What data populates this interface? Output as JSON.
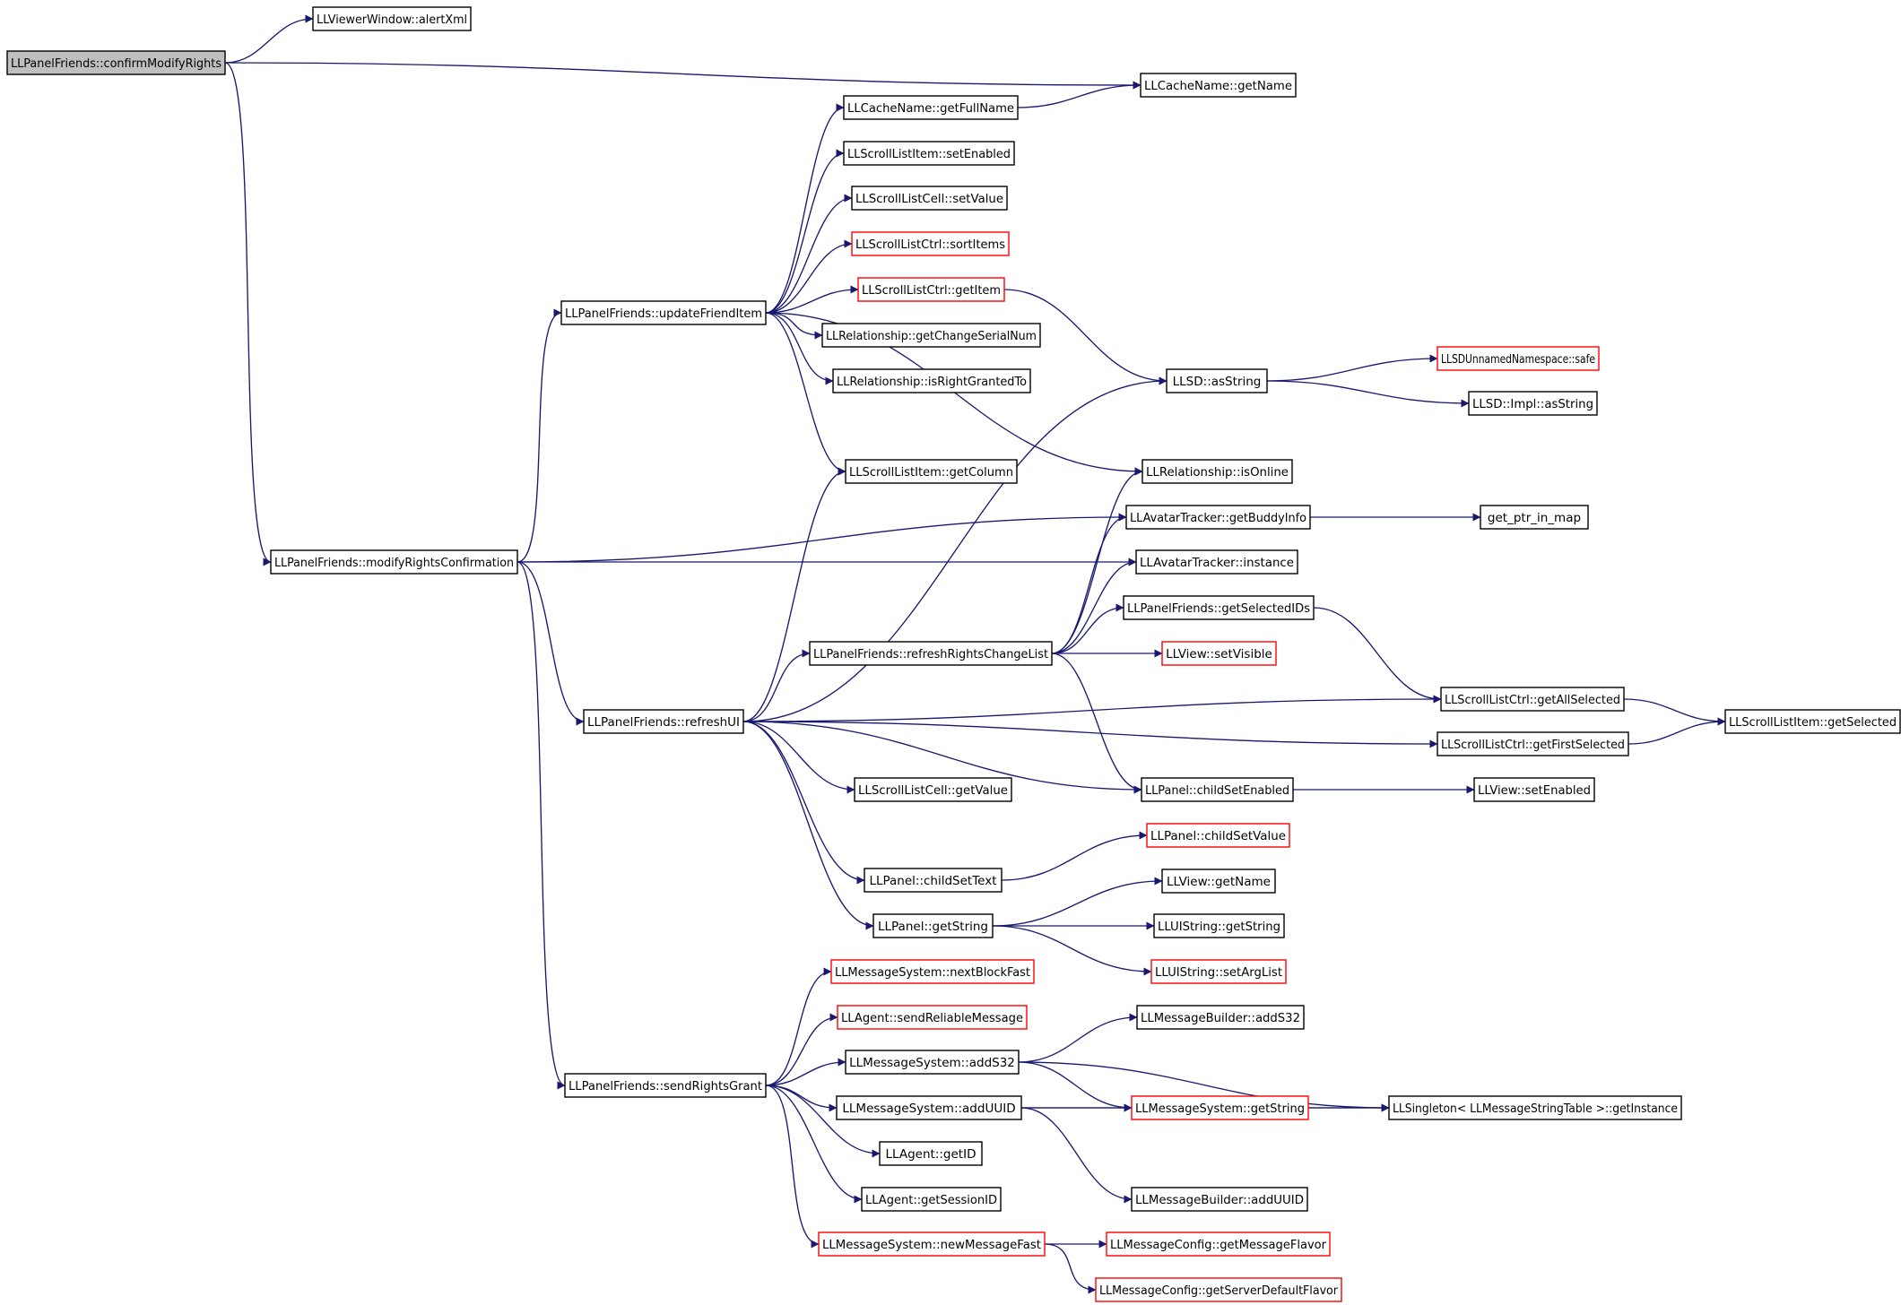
{
  "colors": {
    "edge": "#191970",
    "node_border": "#000000",
    "node_border_truncated": "#ff0000",
    "root_fill": "#bfbfbf",
    "node_fill": "#ffffff"
  },
  "nodes": [
    {
      "id": "confirmModifyRights",
      "label": "LLPanelFriends::confirmModifyRights",
      "style": "root"
    },
    {
      "id": "alertXml",
      "label": "LLViewerWindow::alertXml",
      "style": "normal"
    },
    {
      "id": "cacheGetName",
      "label": "LLCacheName::getName",
      "style": "normal"
    },
    {
      "id": "getFullName",
      "label": "LLCacheName::getFullName",
      "style": "normal"
    },
    {
      "id": "itemSetEnabled",
      "label": "LLScrollListItem::setEnabled",
      "style": "normal"
    },
    {
      "id": "cellSetValue",
      "label": "LLScrollListCell::setValue",
      "style": "normal"
    },
    {
      "id": "sortItems",
      "label": "LLScrollListCtrl::sortItems",
      "style": "truncated"
    },
    {
      "id": "ctrlGetItem",
      "label": "LLScrollListCtrl::getItem",
      "style": "truncated"
    },
    {
      "id": "updateFriendItem",
      "label": "LLPanelFriends::updateFriendItem",
      "style": "normal"
    },
    {
      "id": "getChangeSerialNum",
      "label": "LLRelationship::getChangeSerialNum",
      "style": "normal"
    },
    {
      "id": "isRightGrantedTo",
      "label": "LLRelationship::isRightGrantedTo",
      "style": "normal"
    },
    {
      "id": "sdAsString",
      "label": "LLSD::asString",
      "style": "normal"
    },
    {
      "id": "safe",
      "label": "LLSDUnnamedNamespace::safe",
      "style": "truncated"
    },
    {
      "id": "implAsString",
      "label": "LLSD::Impl::asString",
      "style": "normal"
    },
    {
      "id": "getColumn",
      "label": "LLScrollListItem::getColumn",
      "style": "normal"
    },
    {
      "id": "isOnline",
      "label": "LLRelationship::isOnline",
      "style": "normal"
    },
    {
      "id": "getBuddyInfo",
      "label": "LLAvatarTracker::getBuddyInfo",
      "style": "normal"
    },
    {
      "id": "getPtrInMap",
      "label": "get_ptr_in_map",
      "style": "normal"
    },
    {
      "id": "modifyRightsConfirmation",
      "label": "LLPanelFriends::modifyRightsConfirmation",
      "style": "normal"
    },
    {
      "id": "trackerInstance",
      "label": "LLAvatarTracker::instance",
      "style": "normal"
    },
    {
      "id": "getSelectedIDs",
      "label": "LLPanelFriends::getSelectedIDs",
      "style": "normal"
    },
    {
      "id": "refreshRightsChangeList",
      "label": "LLPanelFriends::refreshRightsChangeList",
      "style": "normal"
    },
    {
      "id": "viewSetVisible",
      "label": "LLView::setVisible",
      "style": "truncated"
    },
    {
      "id": "getAllSelected",
      "label": "LLScrollListCtrl::getAllSelected",
      "style": "normal"
    },
    {
      "id": "refreshUI",
      "label": "LLPanelFriends::refreshUI",
      "style": "normal"
    },
    {
      "id": "itemGetSelected",
      "label": "LLScrollListItem::getSelected",
      "style": "normal"
    },
    {
      "id": "getFirstSelected",
      "label": "LLScrollListCtrl::getFirstSelected",
      "style": "normal"
    },
    {
      "id": "cellGetValue",
      "label": "LLScrollListCell::getValue",
      "style": "normal"
    },
    {
      "id": "childSetEnabled",
      "label": "LLPanel::childSetEnabled",
      "style": "normal"
    },
    {
      "id": "viewSetEnabled",
      "label": "LLView::setEnabled",
      "style": "normal"
    },
    {
      "id": "childSetValue",
      "label": "LLPanel::childSetValue",
      "style": "truncated"
    },
    {
      "id": "childSetText",
      "label": "LLPanel::childSetText",
      "style": "normal"
    },
    {
      "id": "viewGetName",
      "label": "LLView::getName",
      "style": "normal"
    },
    {
      "id": "panelGetString",
      "label": "LLPanel::getString",
      "style": "normal"
    },
    {
      "id": "uiGetString",
      "label": "LLUIString::getString",
      "style": "normal"
    },
    {
      "id": "setArgList",
      "label": "LLUIString::setArgList",
      "style": "truncated"
    },
    {
      "id": "nextBlockFast",
      "label": "LLMessageSystem::nextBlockFast",
      "style": "truncated"
    },
    {
      "id": "sendReliableMessage",
      "label": "LLAgent::sendReliableMessage",
      "style": "truncated"
    },
    {
      "id": "builderAddS32",
      "label": "LLMessageBuilder::addS32",
      "style": "normal"
    },
    {
      "id": "msgAddS32",
      "label": "LLMessageSystem::addS32",
      "style": "normal"
    },
    {
      "id": "sendRightsGrant",
      "label": "LLPanelFriends::sendRightsGrant",
      "style": "normal"
    },
    {
      "id": "msgAddUUID",
      "label": "LLMessageSystem::addUUID",
      "style": "normal"
    },
    {
      "id": "msgGetString",
      "label": "LLMessageSystem::getString",
      "style": "truncated"
    },
    {
      "id": "singletonGetInstance",
      "label": "LLSingleton< LLMessageStringTable >::getInstance",
      "style": "normal"
    },
    {
      "id": "agentGetID",
      "label": "LLAgent::getID",
      "style": "normal"
    },
    {
      "id": "getSessionID",
      "label": "LLAgent::getSessionID",
      "style": "normal"
    },
    {
      "id": "builderAddUUID",
      "label": "LLMessageBuilder::addUUID",
      "style": "normal"
    },
    {
      "id": "newMessageFast",
      "label": "LLMessageSystem::newMessageFast",
      "style": "truncated"
    },
    {
      "id": "getMessageFlavor",
      "label": "LLMessageConfig::getMessageFlavor",
      "style": "truncated"
    },
    {
      "id": "getServerDefaultFlavor",
      "label": "LLMessageConfig::getServerDefaultFlavor",
      "style": "truncated"
    }
  ],
  "edges": [
    [
      "confirmModifyRights",
      "alertXml"
    ],
    [
      "confirmModifyRights",
      "cacheGetName"
    ],
    [
      "confirmModifyRights",
      "modifyRightsConfirmation"
    ],
    [
      "getFullName",
      "cacheGetName"
    ],
    [
      "updateFriendItem",
      "getFullName"
    ],
    [
      "updateFriendItem",
      "itemSetEnabled"
    ],
    [
      "updateFriendItem",
      "cellSetValue"
    ],
    [
      "updateFriendItem",
      "sortItems"
    ],
    [
      "updateFriendItem",
      "ctrlGetItem"
    ],
    [
      "updateFriendItem",
      "getChangeSerialNum"
    ],
    [
      "updateFriendItem",
      "isRightGrantedTo"
    ],
    [
      "updateFriendItem",
      "getColumn"
    ],
    [
      "updateFriendItem",
      "isOnline"
    ],
    [
      "ctrlGetItem",
      "sdAsString"
    ],
    [
      "sdAsString",
      "safe"
    ],
    [
      "sdAsString",
      "implAsString"
    ],
    [
      "getBuddyInfo",
      "getPtrInMap"
    ],
    [
      "modifyRightsConfirmation",
      "updateFriendItem"
    ],
    [
      "modifyRightsConfirmation",
      "getBuddyInfo"
    ],
    [
      "modifyRightsConfirmation",
      "trackerInstance"
    ],
    [
      "modifyRightsConfirmation",
      "refreshUI"
    ],
    [
      "modifyRightsConfirmation",
      "sendRightsGrant"
    ],
    [
      "refreshRightsChangeList",
      "isOnline"
    ],
    [
      "refreshRightsChangeList",
      "getBuddyInfo"
    ],
    [
      "refreshRightsChangeList",
      "trackerInstance"
    ],
    [
      "refreshRightsChangeList",
      "getSelectedIDs"
    ],
    [
      "refreshRightsChangeList",
      "viewSetVisible"
    ],
    [
      "refreshRightsChangeList",
      "childSetEnabled"
    ],
    [
      "getSelectedIDs",
      "getAllSelected"
    ],
    [
      "getAllSelected",
      "itemGetSelected"
    ],
    [
      "getFirstSelected",
      "itemGetSelected"
    ],
    [
      "refreshUI",
      "getColumn"
    ],
    [
      "refreshUI",
      "sdAsString"
    ],
    [
      "refreshUI",
      "refreshRightsChangeList"
    ],
    [
      "refreshUI",
      "getAllSelected"
    ],
    [
      "refreshUI",
      "getFirstSelected"
    ],
    [
      "refreshUI",
      "cellGetValue"
    ],
    [
      "refreshUI",
      "childSetEnabled"
    ],
    [
      "refreshUI",
      "childSetText"
    ],
    [
      "refreshUI",
      "panelGetString"
    ],
    [
      "childSetEnabled",
      "viewSetEnabled"
    ],
    [
      "childSetText",
      "childSetValue"
    ],
    [
      "panelGetString",
      "viewGetName"
    ],
    [
      "panelGetString",
      "uiGetString"
    ],
    [
      "panelGetString",
      "setArgList"
    ],
    [
      "sendRightsGrant",
      "nextBlockFast"
    ],
    [
      "sendRightsGrant",
      "sendReliableMessage"
    ],
    [
      "sendRightsGrant",
      "msgAddS32"
    ],
    [
      "sendRightsGrant",
      "msgAddUUID"
    ],
    [
      "sendRightsGrant",
      "agentGetID"
    ],
    [
      "sendRightsGrant",
      "getSessionID"
    ],
    [
      "sendRightsGrant",
      "newMessageFast"
    ],
    [
      "msgAddS32",
      "builderAddS32"
    ],
    [
      "msgAddS32",
      "msgGetString"
    ],
    [
      "msgAddS32",
      "singletonGetInstance"
    ],
    [
      "msgAddUUID",
      "msgGetString"
    ],
    [
      "msgAddUUID",
      "singletonGetInstance"
    ],
    [
      "msgAddUUID",
      "builderAddUUID"
    ],
    [
      "msgGetString",
      "singletonGetInstance"
    ],
    [
      "newMessageFast",
      "getMessageFlavor"
    ],
    [
      "newMessageFast",
      "getServerDefaultFlavor"
    ]
  ]
}
